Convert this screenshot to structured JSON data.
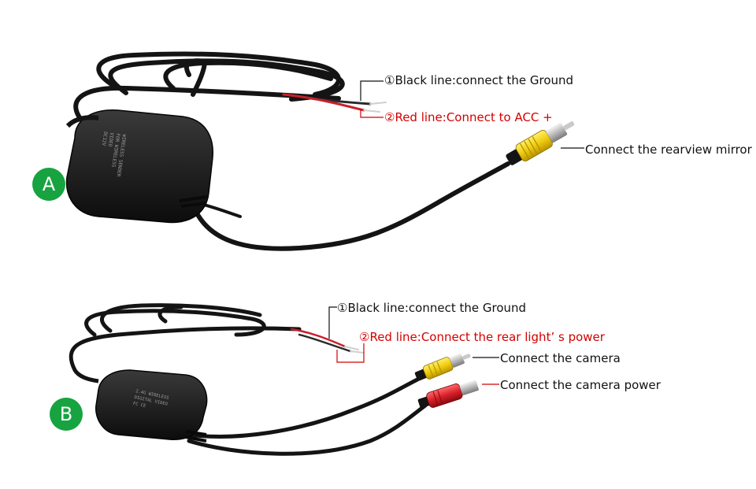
{
  "diagram_a": {
    "badge": "A",
    "device_print": [
      "WIRELESS SENDER",
      "FOR WIRELESS",
      "VIDEO",
      "DC12V"
    ],
    "labels": {
      "black_line": "①Black line:connect the Ground",
      "red_line": "②Red line:Connect to ACC +",
      "rca": "Connect the rearview mirror"
    }
  },
  "diagram_b": {
    "badge": "B",
    "device_print": [
      "2.4G WIRELESS",
      "DIGITAL VIDEO",
      "FC CE"
    ],
    "labels": {
      "black_line": "①Black line:connect the Ground",
      "red_line": "②Red line:Connect the rear light’ s power",
      "camera": "Connect the camera",
      "camera_power": "Connect the camera power"
    }
  },
  "colors": {
    "badge": "#17a340",
    "red_text": "#d40000",
    "cable": "#141414",
    "rca_yellow": "#f2d21a",
    "rca_red": "#d8202a"
  }
}
